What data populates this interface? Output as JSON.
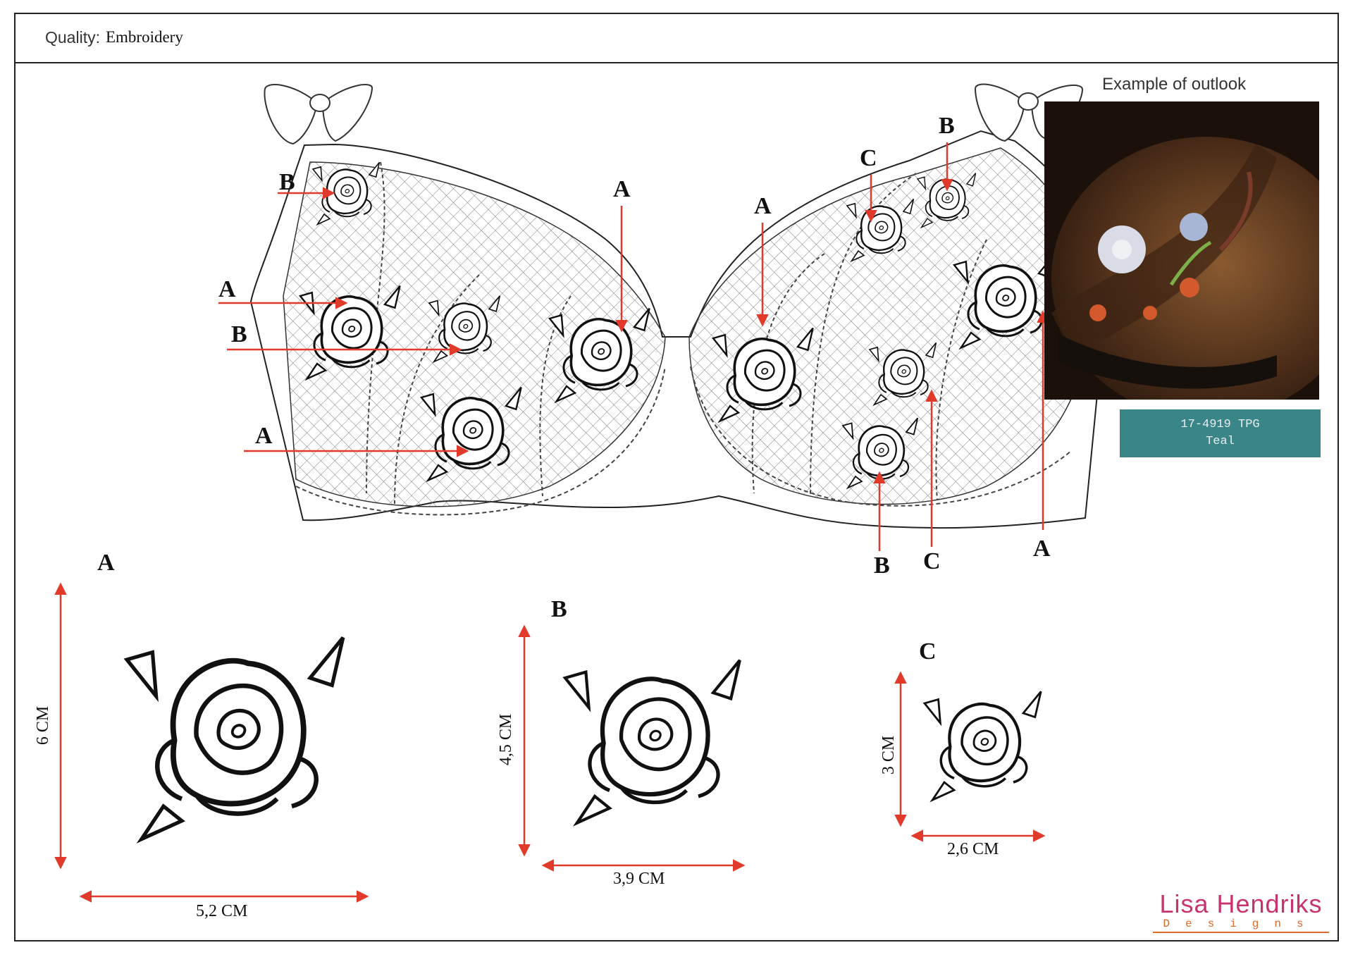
{
  "header": {
    "quality_key": "Quality:",
    "quality_value": "Embroidery"
  },
  "example": {
    "label": "Example of outlook"
  },
  "swatch": {
    "code": "17-4919 TPG",
    "name": "Teal",
    "color": "#3a8588"
  },
  "callouts": {
    "a": "A",
    "b": "B",
    "c": "C"
  },
  "motifs": [
    {
      "letter": "A",
      "height": "6 CM",
      "width": "5,2 CM"
    },
    {
      "letter": "B",
      "height": "4,5 CM",
      "width": "3,9 CM"
    },
    {
      "letter": "C",
      "height": "3 CM",
      "width": "2,6 CM"
    }
  ],
  "brand": {
    "name": "Lisa Hendriks",
    "sub": "Designs",
    "name_color": "#c8336f",
    "sub_color": "#e06a2b"
  },
  "colors": {
    "arrow": "#e23a2a",
    "line": "#222222"
  }
}
